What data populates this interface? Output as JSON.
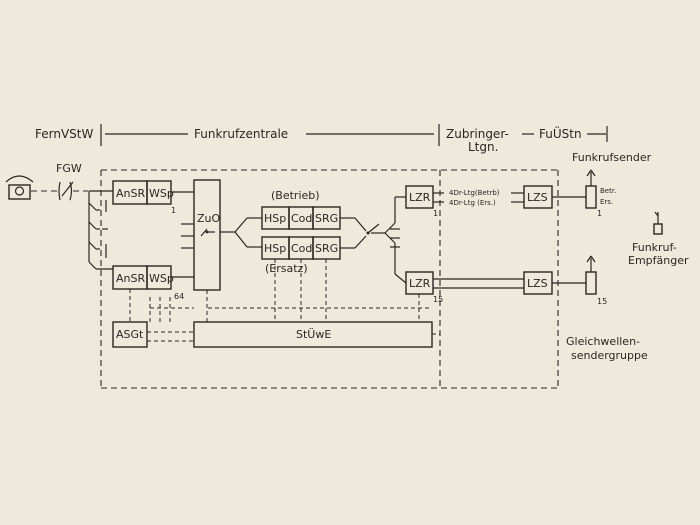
{
  "header": {
    "fernvstw": "FernVStW",
    "funkrufzentrale": "Funkrufzentrale",
    "zubringer_1": "Zubringer-",
    "zubringer_2": "Ltgn.",
    "fuustn": "FuÜStn"
  },
  "labels": {
    "fgw": "FGW",
    "funkrufsender": "Funkrufsender",
    "empfaenger_1": "Funkruf-",
    "empfaenger_2": "Empfänger",
    "betrieb": "(Betrieb)",
    "ersatz": "(Ersatz)",
    "gleichwellen_1": "Gleichwellen-",
    "gleichwellen_2": "sendergruppe",
    "line_betrieb": "4Dr-Ltg(Betrb)",
    "line_ersatz": "4Dr-Ltg (Ers.)",
    "betr": "Betr.",
    "ers": "Ers."
  },
  "blocks": {
    "ansr": "AnSR",
    "wsp": "WSp",
    "zuo": "ZuO",
    "hsp": "HSp",
    "cod": "Cod",
    "srg": "SRG",
    "lzr": "LZR",
    "lzs": "LZS",
    "asgt": "ASGt",
    "stuwe": "StÜwE"
  },
  "numbers": {
    "one": "1",
    "sixtyfour": "64",
    "fifteen": "15"
  }
}
